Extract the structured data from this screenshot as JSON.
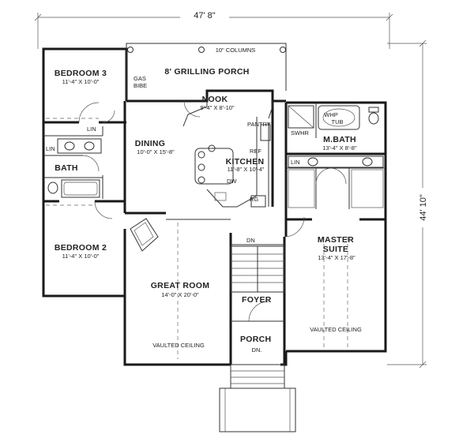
{
  "overall": {
    "width": "47' 8\"",
    "depth": "44' 10\""
  },
  "rooms": {
    "bedroom3": {
      "name": "BEDROOM 3",
      "size": "11'-4\" X 10'-0\""
    },
    "bedroom2": {
      "name": "BEDROOM 2",
      "size": "11'-4\" X 10'-0\""
    },
    "grilling_porch": {
      "name": "8' GRILLING PORCH",
      "columns": "10\" COLUMNS"
    },
    "nook": {
      "name": "NOOK",
      "size": "9'-4\" X 8'-10\""
    },
    "dining": {
      "name": "DINING",
      "size": "10'-0\" X 15'-8\""
    },
    "kitchen": {
      "name": "KITCHEN",
      "size": "11'-8\" X 10'-4\""
    },
    "bath": {
      "name": "BATH"
    },
    "mbath": {
      "name": "M.BATH",
      "size": "13'-4\" X 8'-8\""
    },
    "master": {
      "name_line1": "MASTER",
      "name_line2": "SUITE",
      "size": "13'-4\" X 17'-8\"",
      "ceiling": "VAULTED CEILING"
    },
    "great_room": {
      "name": "GREAT ROOM",
      "size": "14'-0\" X 20'-0\"",
      "ceiling": "VAULTED CEILING"
    },
    "foyer": {
      "name": "FOYER"
    },
    "porch": {
      "name": "PORCH",
      "dn": "DN."
    }
  },
  "fixtures": {
    "gas_bibe_1": "GAS",
    "gas_bibe_2": "BIBE",
    "pantry": "PANTRY",
    "ref": "REF",
    "dw": "DW",
    "rg": "RG",
    "lin1": "LIN",
    "lin2": "LIN",
    "lin3": "LIN",
    "swhr": "SWHR",
    "whp_1": "WHP",
    "whp_2": "TUB",
    "stair_dn": "DN"
  }
}
